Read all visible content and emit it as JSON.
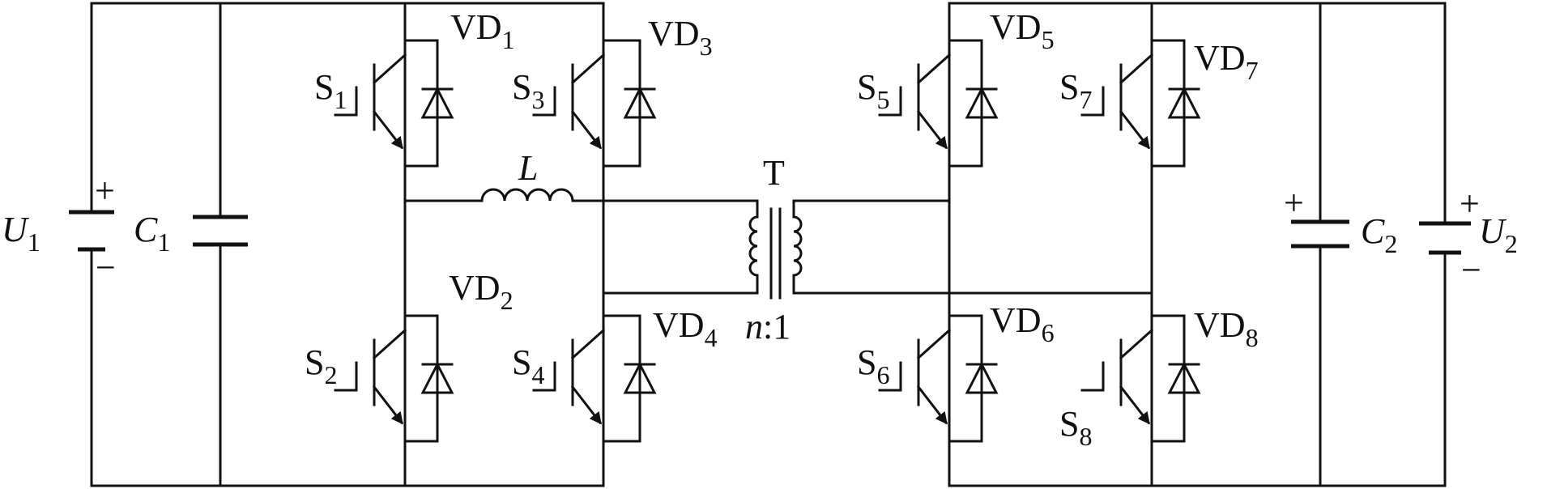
{
  "source_left": {
    "main": "U",
    "sub": "1",
    "plus": "+",
    "minus": "−"
  },
  "capacitor_c1": {
    "main": "C",
    "sub": "1"
  },
  "inductor": {
    "label": "L"
  },
  "transformer": {
    "label": "T",
    "ratio_n": "n",
    "ratio_rest": ":1"
  },
  "capacitor_c2": {
    "main": "C",
    "sub": "2",
    "plus": "+"
  },
  "source_right": {
    "main": "U",
    "sub": "2",
    "plus": "+",
    "minus": "−"
  },
  "switches": [
    {
      "id": "s1",
      "switch": {
        "main": "S",
        "sub": "1"
      },
      "diode": {
        "main": "VD",
        "sub": "1"
      }
    },
    {
      "id": "s3",
      "switch": {
        "main": "S",
        "sub": "3"
      },
      "diode": {
        "main": "VD",
        "sub": "3"
      }
    },
    {
      "id": "s2",
      "switch": {
        "main": "S",
        "sub": "2"
      },
      "diode": {
        "main": "VD",
        "sub": "2"
      }
    },
    {
      "id": "s4",
      "switch": {
        "main": "S",
        "sub": "4"
      },
      "diode": {
        "main": "VD",
        "sub": "4"
      }
    },
    {
      "id": "s5",
      "switch": {
        "main": "S",
        "sub": "5"
      },
      "diode": {
        "main": "VD",
        "sub": "5"
      }
    },
    {
      "id": "s7",
      "switch": {
        "main": "S",
        "sub": "7"
      },
      "diode": {
        "main": "VD",
        "sub": "7"
      }
    },
    {
      "id": "s6",
      "switch": {
        "main": "S",
        "sub": "6"
      },
      "diode": {
        "main": "VD",
        "sub": "6"
      }
    },
    {
      "id": "s8",
      "switch": {
        "main": "S",
        "sub": "8"
      },
      "diode": {
        "main": "VD",
        "sub": "8"
      }
    }
  ]
}
